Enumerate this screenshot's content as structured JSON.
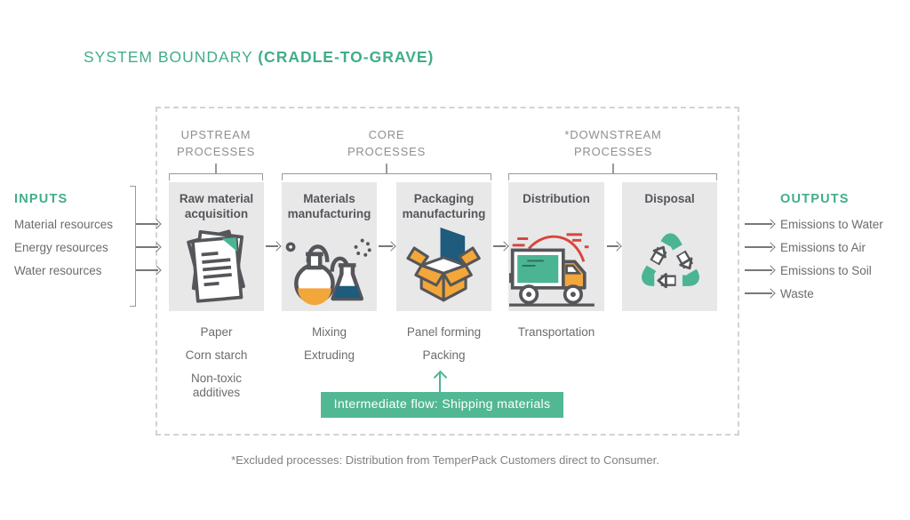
{
  "title": {
    "part1": "SYSTEM BOUNDARY ",
    "part2": "(CRADLE-TO-GRAVE)"
  },
  "groups": [
    {
      "label": "UPSTREAM PROCESSES"
    },
    {
      "label": "CORE PROCESSES"
    },
    {
      "label": "*DOWNSTREAM PROCESSES"
    }
  ],
  "processes": [
    {
      "name": "Raw material acquisition",
      "icon": "paper-stack-icon",
      "sub": [
        "Paper",
        "Corn starch",
        "Non-toxic additives"
      ]
    },
    {
      "name": "Materials manufacturing",
      "icon": "flasks-icon",
      "sub": [
        "Mixing",
        "Extruding"
      ]
    },
    {
      "name": "Packaging manufacturing",
      "icon": "open-box-icon",
      "sub": [
        "Panel forming",
        "Packing"
      ]
    },
    {
      "name": "Distribution",
      "icon": "delivery-truck-icon",
      "sub": [
        "Transportation"
      ]
    },
    {
      "name": "Disposal",
      "icon": "recycle-icon",
      "sub": []
    }
  ],
  "inputs": {
    "title": "INPUTS",
    "items": [
      "Material resources",
      "Energy resources",
      "Water resources"
    ]
  },
  "outputs": {
    "title": "OUTPUTS",
    "items": [
      "Emissions to Water",
      "Emissions to Air",
      "Emissions to Soil",
      "Waste"
    ]
  },
  "banner": {
    "text": "Intermediate flow: Shipping materials"
  },
  "footnote": "*Excluded processes: Distribution from TemperPack Customers direct to Consumer.",
  "colors": {
    "accent_green": "#4bb492",
    "banner_green": "#52b894",
    "box_gray": "#e8e8e9",
    "dark_gray": "#55565a",
    "orange": "#f3a73a",
    "dark_blue": "#1e5b7d",
    "red": "#d8453c"
  }
}
